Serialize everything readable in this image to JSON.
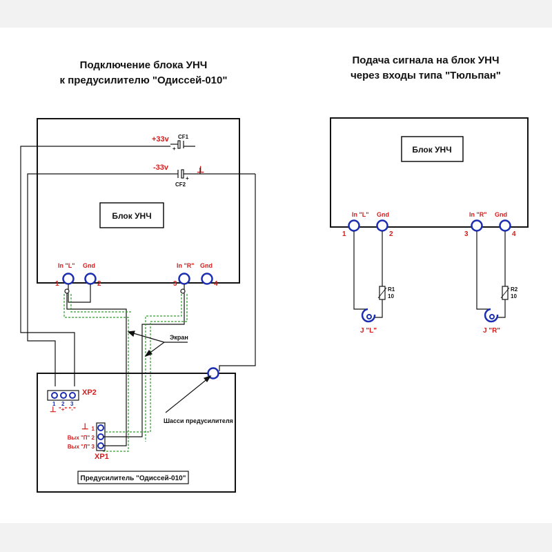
{
  "left_title": {
    "line1": "Подключение блока УНЧ",
    "line2": "к предусилителю \"Одиссей-010\""
  },
  "right_title": {
    "line1": "Подача сигнала на блок УНЧ",
    "line2": "через входы типа \"Тюльпан\""
  },
  "left_amp": {
    "label": "Блок УНЧ",
    "plus_voltage": "+33v",
    "minus_voltage": "-33v",
    "cap1": "CF1",
    "cap2": "CF2",
    "cap_plus": "+",
    "ground_symbol": "⊥",
    "in_l": "In \"L\"",
    "in_r": "In \"R\"",
    "gnd": "Gnd",
    "pins": [
      "1",
      "2",
      "3",
      "4"
    ]
  },
  "labels": {
    "screen": "Экран",
    "chassis": "Шасси предусилителя"
  },
  "preamp": {
    "label": "Предусилитель \"Одиссей-010\"",
    "xp2": "XP2",
    "xp2_pins": [
      "1",
      "2",
      "3"
    ],
    "xp2_sub": "\"+\" \"-\"",
    "xp1": "XP1",
    "xp1_rows": [
      "1",
      "Вых \"П\" 2",
      "Вых \"Л\" 3"
    ],
    "ground_symbol": "⊥"
  },
  "right_amp": {
    "label": "Блок УНЧ",
    "in_l": "In \"L\"",
    "in_r": "In \"R\"",
    "gnd": "Gnd",
    "pins": [
      "1",
      "2",
      "3",
      "4"
    ],
    "r1": "R1",
    "r1_val": "10",
    "r2": "R2",
    "r2_val": "10",
    "jack_l": "J \"L\"",
    "jack_r": "J \"R\""
  },
  "colors": {
    "wire": "#111111",
    "shield": "#2e9a2e",
    "terminal": "#1b2db0",
    "label_red": "#d61a1a"
  }
}
